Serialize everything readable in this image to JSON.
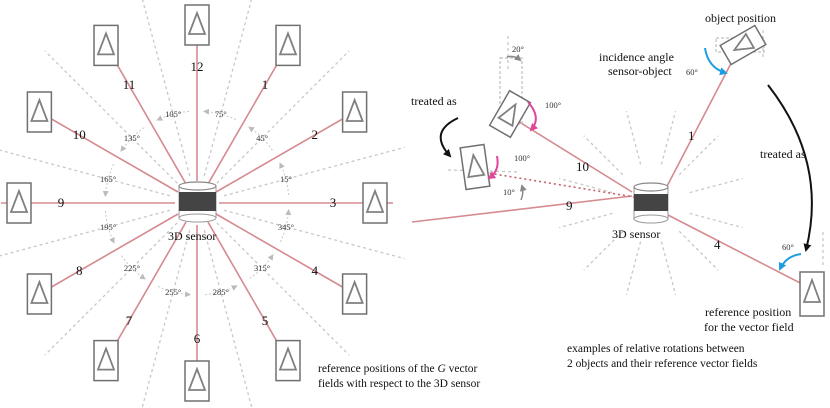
{
  "left_panel": {
    "sensor_label": "3D sensor",
    "sector_numbers": [
      "1",
      "2",
      "3",
      "4",
      "5",
      "6",
      "7",
      "8",
      "9",
      "10",
      "11",
      "12"
    ],
    "angles": [
      "15°",
      "45°",
      "75°",
      "105°",
      "135°",
      "165°",
      "195°",
      "225°",
      "255°",
      "285°",
      "315°",
      "345°"
    ],
    "caption_line1_prefix": "reference positions of the ",
    "caption_line1_italic": "G",
    "caption_line1_suffix": " vector",
    "caption_line2": "fields with respect to the 3D sensor"
  },
  "right_panel": {
    "sensor_label": "3D sensor",
    "treated_as_left": "treated as",
    "treated_as_right": "treated as",
    "object_position": "object position",
    "incidence_line1": "incidence angle",
    "incidence_line2": "sensor-object",
    "reference_line1": "reference position",
    "reference_line2": "for the vector field",
    "angle_20": "20°",
    "angle_100a": "100°",
    "angle_100b": "100°",
    "angle_10": "10°",
    "angle_60a": "60°",
    "angle_60b": "60°",
    "ray_1": "1",
    "ray_4": "4",
    "ray_9": "9",
    "ray_10": "10",
    "caption_line1": "examples of relative rotations between",
    "caption_line2": "2 objects and their reference vector fields"
  },
  "colors": {
    "ray": "#d58a90",
    "dashed": "#c8c8c8",
    "box": "#707070",
    "magenta_arrow": "#e0469a",
    "blue_arrow": "#1e9ee0",
    "gray_arrow": "#888888",
    "black_arrow": "#111111"
  }
}
